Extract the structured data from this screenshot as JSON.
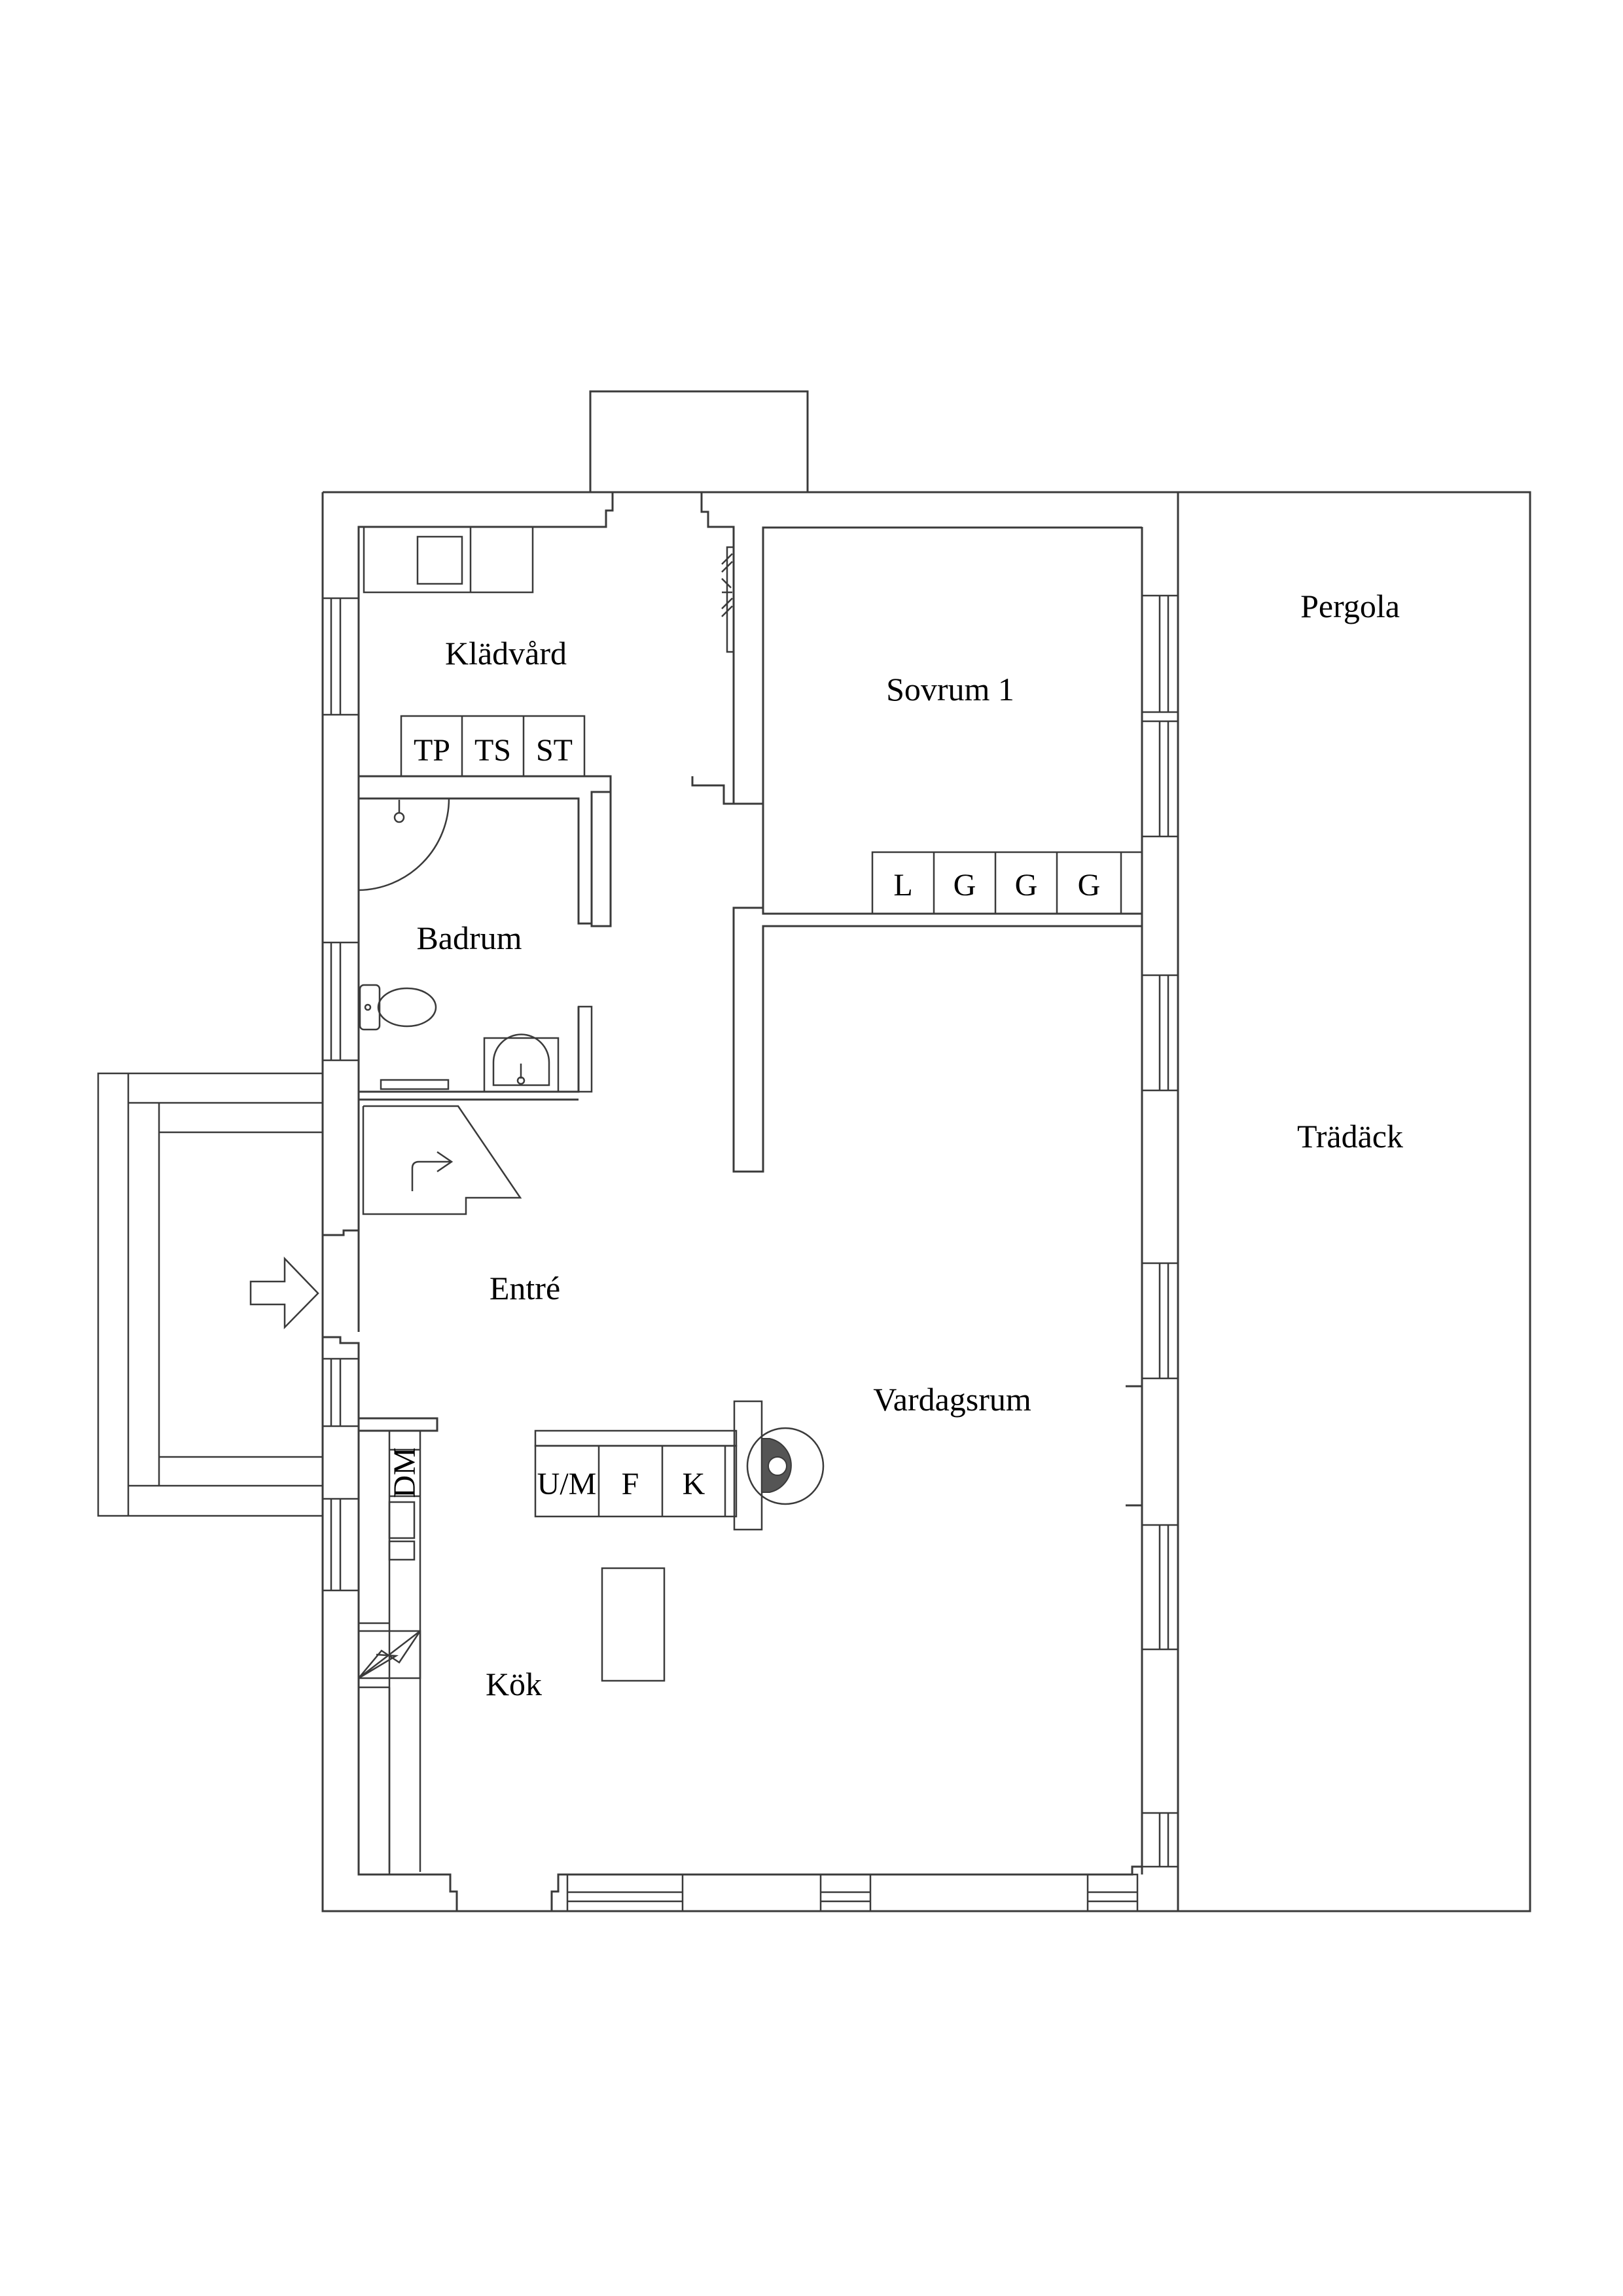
{
  "plan": {
    "rooms": [
      {
        "id": "kladvard",
        "label": "Klädvård"
      },
      {
        "id": "sovrum1",
        "label": "Sovrum 1"
      },
      {
        "id": "pergola",
        "label": "Pergola"
      },
      {
        "id": "badrum",
        "label": "Badrum"
      },
      {
        "id": "tradack",
        "label": "Trädäck"
      },
      {
        "id": "entre",
        "label": "Entré"
      },
      {
        "id": "vardagsrum",
        "label": "Vardagsrum"
      },
      {
        "id": "kok",
        "label": "Kök"
      }
    ],
    "laundry_appliances": [
      "TP",
      "TS",
      "ST"
    ],
    "wardrobes": [
      "L",
      "G",
      "G",
      "G"
    ],
    "entry_closets": [
      "U/M",
      "F",
      "K"
    ],
    "kitchen_appliance": "DM",
    "colors": {
      "line": "#3a3a3a",
      "text": "#000000",
      "background": "#ffffff"
    }
  }
}
